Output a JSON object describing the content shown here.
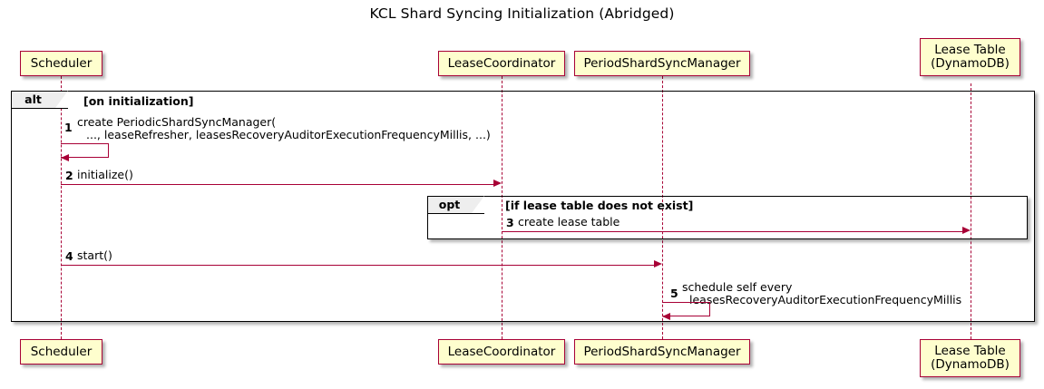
{
  "diagram": {
    "type": "sequence-diagram",
    "title": "KCL Shard Syncing Initialization (Abridged)",
    "colors": {
      "participant_fill": "#FEFECE",
      "participant_border": "#A80036",
      "arrow": "#A80036",
      "frame_border": "#000000",
      "frame_tab_fill": "#EEEEEE",
      "background": "#FFFFFF"
    }
  },
  "participants": [
    {
      "id": "scheduler",
      "label": "Scheduler",
      "label_line2": ""
    },
    {
      "id": "lease_coordinator",
      "label": "LeaseCoordinator",
      "label_line2": ""
    },
    {
      "id": "period_shard_sync_manager",
      "label": "PeriodShardSyncManager",
      "label_line2": ""
    },
    {
      "id": "lease_table",
      "label": "Lease Table",
      "label_line2": "(DynamoDB)"
    }
  ],
  "fragments": [
    {
      "id": "alt",
      "operator": "alt",
      "guard": "[on initialization]"
    },
    {
      "id": "opt",
      "operator": "opt",
      "guard": "[if lease table does not exist]"
    }
  ],
  "messages": [
    {
      "seq": "1",
      "from": "scheduler",
      "to": "scheduler",
      "self": true,
      "text_line1": "create PeriodicShardSyncManager(",
      "text_line2": "..., leaseRefresher, leasesRecoveryAuditorExecutionFrequencyMillis, ...)"
    },
    {
      "seq": "2",
      "from": "scheduler",
      "to": "lease_coordinator",
      "self": false,
      "text_line1": "initialize()",
      "text_line2": ""
    },
    {
      "seq": "3",
      "from": "lease_coordinator",
      "to": "lease_table",
      "self": false,
      "text_line1": "create lease table",
      "text_line2": ""
    },
    {
      "seq": "4",
      "from": "scheduler",
      "to": "period_shard_sync_manager",
      "self": false,
      "text_line1": "start()",
      "text_line2": ""
    },
    {
      "seq": "5",
      "from": "period_shard_sync_manager",
      "to": "period_shard_sync_manager",
      "self": true,
      "text_line1": "schedule self every",
      "text_line2": "leasesRecoveryAuditorExecutionFrequencyMillis"
    }
  ]
}
